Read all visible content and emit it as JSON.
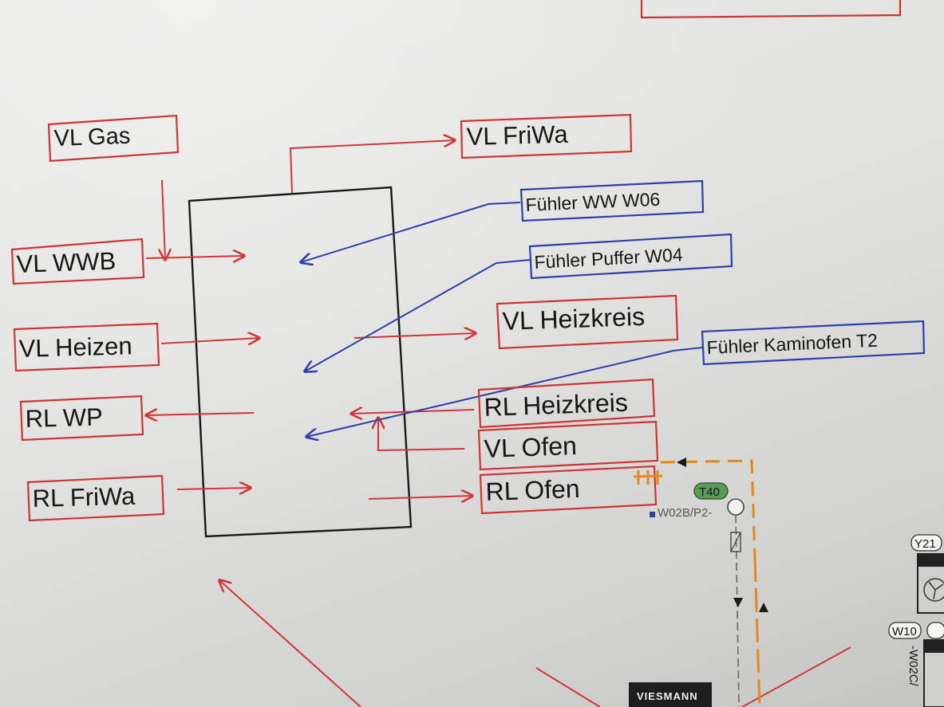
{
  "labels": {
    "vl_gas": "VL Gas",
    "vl_friwa": "VL FriWa",
    "vl_wwb": "VL WWB",
    "fuehler_ww": "Fühler WW W06",
    "fuehler_puffer": "Fühler Puffer W04",
    "vl_heizkreis": "VL Heizkreis",
    "vl_heizen": "VL Heizen",
    "fuehler_kaminofen": "Fühler Kaminofen T2",
    "rl_wp": "RL WP",
    "rl_heizkreis": "RL Heizkreis",
    "vl_ofen": "VL Ofen",
    "rl_friwa": "RL FriWa",
    "rl_ofen": "RL Ofen"
  },
  "schematic": {
    "sensor_t40": "T40",
    "pipe_w02b": "W02B/P2-",
    "tag_y21": "Y21",
    "tag_w10": "W10",
    "pipe_w02c": "-W02C/",
    "brand_badge": "VIESMANN"
  },
  "colors": {
    "flow_red": "#d0363a",
    "sensor_blue": "#2c3fa8",
    "pipe_orange": "#e08a1c",
    "tank_black": "#1a1a1a",
    "sensor_green": "#5a9a5a"
  }
}
